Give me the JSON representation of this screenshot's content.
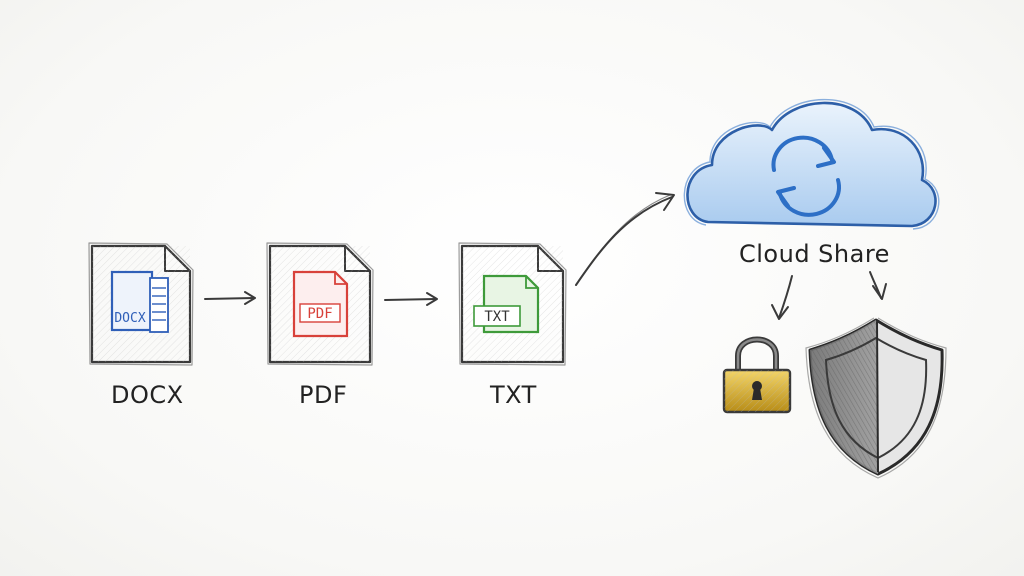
{
  "nodes": {
    "docx": {
      "caption": "DOCX",
      "badge": "DOCX",
      "color": "#2f5fb8"
    },
    "pdf": {
      "caption": "PDF",
      "badge": "PDF",
      "color": "#d8413a"
    },
    "txt": {
      "caption": "TXT",
      "badge": "TXT",
      "color": "#3e9a3a"
    },
    "cloud": {
      "caption": "Cloud Share",
      "color": "#3f7dcc",
      "icon": "sync-arrows-icon"
    },
    "lock": {
      "icon": "padlock-icon",
      "color": "#c9a227"
    },
    "shield": {
      "icon": "shield-icon",
      "color": "#7a7a7a"
    }
  },
  "edges": [
    {
      "from": "docx",
      "to": "pdf"
    },
    {
      "from": "pdf",
      "to": "txt"
    },
    {
      "from": "txt",
      "to": "cloud"
    },
    {
      "from": "cloud",
      "to": "lock"
    },
    {
      "from": "cloud",
      "to": "shield"
    }
  ]
}
